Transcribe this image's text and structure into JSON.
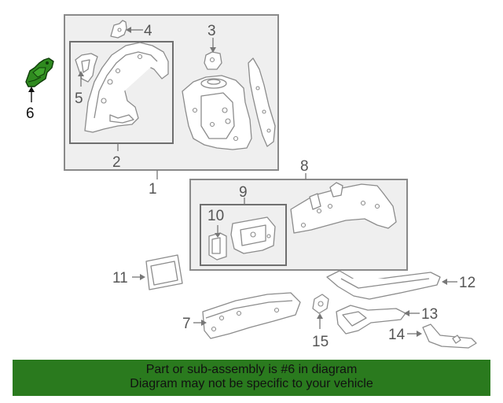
{
  "callouts": {
    "c1": "1",
    "c2": "2",
    "c3": "3",
    "c4": "4",
    "c5": "5",
    "c6": "6",
    "c7": "7",
    "c8": "8",
    "c9": "9",
    "c10": "10",
    "c11": "11",
    "c12": "12",
    "c13": "13",
    "c14": "14",
    "c15": "15"
  },
  "highlight": {
    "part_number": "6",
    "color": "#2a7a1e"
  },
  "banner": {
    "line1": "Part or sub-assembly is #6 in diagram",
    "line2": "Diagram may not be specific to your vehicle",
    "background": "#2a7a1e"
  }
}
